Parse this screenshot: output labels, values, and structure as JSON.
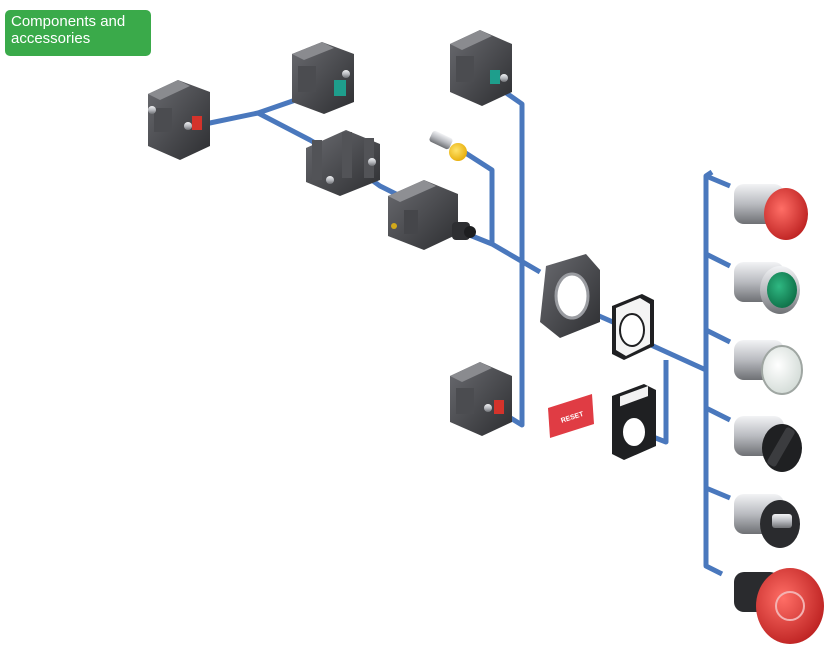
{
  "title": {
    "line1": "Components and",
    "line2": "accessories"
  },
  "legend_plate_text": "RESET",
  "colors": {
    "connector": "#4a78bd",
    "title_bg": "#3aaa4a",
    "body_dark": "#3a3b3d",
    "body_mid": "#5b5c60",
    "metal": "#c9cbcf",
    "contact_red": "#d4332b",
    "contact_teal": "#1e9e8c",
    "head_red": "#d92b2b",
    "head_green": "#148a5a",
    "head_white": "#eef3f0",
    "lamp_yellow": "#f6c31c",
    "plate_red": "#e03c44"
  },
  "components": [
    {
      "name": "contact-block-nc",
      "icon": "contact-block-red-icon"
    },
    {
      "name": "contact-block-no",
      "icon": "contact-block-teal-icon"
    },
    {
      "name": "mounting-collar",
      "icon": "collar-icon"
    },
    {
      "name": "light-block",
      "icon": "light-block-icon"
    },
    {
      "name": "bulb",
      "icon": "bulb-icon"
    },
    {
      "name": "fixing-collar",
      "icon": "fixing-collar-icon"
    },
    {
      "name": "legend-holder",
      "icon": "legend-holder-icon"
    },
    {
      "name": "legend-plate",
      "icon": "legend-plate-icon"
    },
    {
      "name": "push-button-red",
      "icon": "push-red-icon"
    },
    {
      "name": "push-button-green",
      "icon": "push-green-icon"
    },
    {
      "name": "pilot-light-white",
      "icon": "pilot-white-icon"
    },
    {
      "name": "selector-switch",
      "icon": "selector-icon"
    },
    {
      "name": "key-switch",
      "icon": "key-icon"
    },
    {
      "name": "emergency-stop",
      "icon": "e-stop-icon"
    }
  ]
}
